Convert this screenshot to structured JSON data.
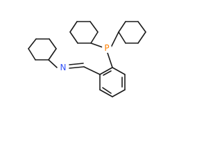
{
  "molecule": {
    "atoms": [
      {
        "id": "P",
        "symbol": "P",
        "color": "#ff8000"
      },
      {
        "id": "N",
        "symbol": "N",
        "color": "#3050f8"
      }
    ],
    "colors": {
      "bond": "#1a1a1a",
      "phosphorus": "#ff8000",
      "nitrogen": "#3050f8",
      "background": "#ffffff"
    }
  }
}
